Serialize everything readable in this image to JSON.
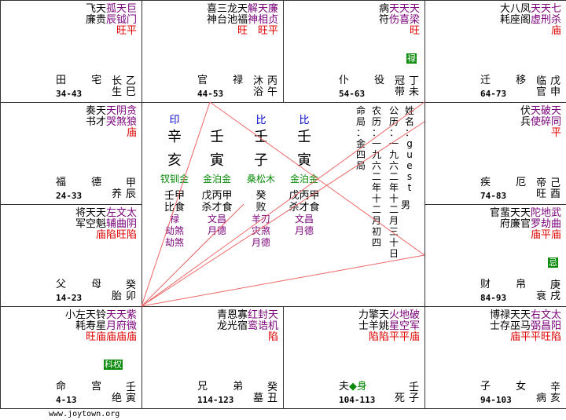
{
  "cells": [
    {
      "id": "si",
      "stars": [
        [
          "巨",
          "门",
          "平"
        ],
        [
          "天",
          "钺",
          "旺"
        ],
        [
          "孤",
          "辰",
          ""
        ],
        [
          "天",
          "贵",
          ""
        ],
        [
          "飞",
          "廉",
          ""
        ]
      ],
      "name": "田 宅",
      "age": "34-43",
      "stem": [
        "乙",
        "巳"
      ],
      "life": [
        "长",
        "生"
      ]
    },
    {
      "id": "wu",
      "stars": [
        [
          "廉",
          "贞",
          "平"
        ],
        [
          "天",
          "相",
          "旺"
        ],
        [
          "解",
          "神",
          ""
        ],
        [
          "天",
          "福",
          "旺"
        ],
        [
          "龙",
          "池",
          ""
        ],
        [
          "三",
          "台",
          ""
        ],
        [
          "喜",
          "神",
          ""
        ]
      ],
      "name": "官 禄",
      "age": "44-53",
      "stem": [
        "丙",
        "午"
      ],
      "life": [
        "沐",
        "浴"
      ]
    },
    {
      "id": "wei",
      "stars": [
        [
          "天",
          "梁",
          "旺"
        ],
        [
          "天",
          "喜",
          ""
        ],
        [
          "天",
          "伤",
          ""
        ],
        [
          "病",
          "符",
          ""
        ]
      ],
      "name": "仆 役",
      "age": "54-63",
      "stem": [
        "丁",
        "未"
      ],
      "life": [
        "冠",
        "带"
      ],
      "badge": "禄"
    },
    {
      "id": "shen",
      "stars": [
        [
          "七",
          "杀",
          "庙"
        ],
        [
          "天",
          "刑",
          ""
        ],
        [
          "天",
          "虚",
          ""
        ],
        [
          "凤",
          "阁",
          ""
        ],
        [
          "八",
          "座",
          ""
        ],
        [
          "大",
          "耗",
          ""
        ]
      ],
      "name": "迁 移",
      "age": "64-73",
      "stem": [
        "戊",
        "申"
      ],
      "life": [
        "临",
        "官"
      ]
    },
    {
      "id": "chen",
      "stars": [
        [
          "贪",
          "狼",
          "庙"
        ],
        [
          "阴",
          "煞",
          ""
        ],
        [
          "天",
          "哭",
          ""
        ],
        [
          "天",
          "才",
          ""
        ],
        [
          "奏",
          "书",
          ""
        ]
      ],
      "name": "福 德",
      "age": "24-33",
      "stem": [
        "甲",
        "辰"
      ],
      "life": [
        "养",
        ""
      ]
    },
    {
      "id": "you",
      "stars": [
        [
          "天",
          "同",
          "平"
        ],
        [
          "破",
          "碎",
          ""
        ],
        [
          "天",
          "使",
          ""
        ],
        [
          "伏",
          "兵",
          ""
        ]
      ],
      "name": "疾 厄",
      "age": "74-83",
      "stem": [
        "己",
        "酉"
      ],
      "life": [
        "帝",
        "旺"
      ]
    },
    {
      "id": "mao",
      "stars": [
        [
          "太",
          "阴",
          "陷"
        ],
        [
          "文",
          "曲",
          "旺"
        ],
        [
          "左",
          "辅",
          "陷"
        ],
        [
          "天",
          "魁",
          "庙"
        ],
        [
          "天",
          "空",
          ""
        ],
        [
          "将",
          "军",
          ""
        ]
      ],
      "name": "父 母",
      "age": "14-23",
      "stem": [
        "癸",
        "卯"
      ],
      "life": [
        "胎",
        ""
      ]
    },
    {
      "id": "xu",
      "stars": [
        [
          "武",
          "曲",
          "庙"
        ],
        [
          "地",
          "劫",
          "平"
        ],
        [
          "陀",
          "罗",
          "庙"
        ],
        [
          "天",
          "官",
          ""
        ],
        [
          "天",
          "廉",
          ""
        ],
        [
          "蜚",
          "府",
          ""
        ],
        [
          "官",
          "",
          ""
        ]
      ],
      "name": "财 帛",
      "age": "84-93",
      "stem": [
        "庚",
        "戌"
      ],
      "life": [
        "衰",
        ""
      ],
      "badge": "忌"
    },
    {
      "id": "yin",
      "stars": [
        [
          "紫",
          "微",
          "庙"
        ],
        [
          "天",
          "府",
          "庙"
        ],
        [
          "天",
          "月",
          "庙"
        ],
        [
          "铃",
          "星",
          "庙"
        ],
        [
          "天",
          "寿",
          "旺"
        ],
        [
          "左",
          "耗",
          ""
        ],
        [
          "小",
          "",
          ""
        ]
      ],
      "name": "命 宫",
      "age": "4-13",
      "stem": [
        "壬",
        "寅"
      ],
      "life": [
        "绝",
        ""
      ],
      "badge": "科权"
    },
    {
      "id": "chou",
      "stars": [
        [
          "天",
          "机",
          "陷"
        ],
        [
          "封",
          "诰",
          ""
        ],
        [
          "红",
          "鸾",
          ""
        ],
        [
          "寡",
          "宿",
          ""
        ],
        [
          "恩",
          "光",
          ""
        ],
        [
          "青",
          "龙",
          ""
        ]
      ],
      "name": "兄 弟",
      "age": "114-123",
      "stem": [
        "癸",
        "丑"
      ],
      "life": [
        "墓",
        ""
      ]
    },
    {
      "id": "zi",
      "stars": [
        [
          "破",
          "军",
          "庙"
        ],
        [
          "地",
          "空",
          "平"
        ],
        [
          "火",
          "星",
          "平"
        ],
        [
          "天",
          "姚",
          "陷"
        ],
        [
          "擎",
          "羊",
          "陷"
        ],
        [
          "力",
          "士",
          ""
        ]
      ],
      "name": "夫◆身",
      "age": "104-113",
      "stem": [
        "壬",
        "子"
      ],
      "life": [
        "死",
        ""
      ]
    },
    {
      "id": "hai",
      "stars": [
        [
          "太",
          "阳",
          "陷"
        ],
        [
          "文",
          "昌",
          "旺"
        ],
        [
          "右",
          "弼",
          "平"
        ],
        [
          "天",
          "马",
          "平"
        ],
        [
          "天",
          "巫",
          "庙"
        ],
        [
          "禄",
          "存",
          ""
        ],
        [
          "博",
          "士",
          ""
        ]
      ],
      "name": "子 女",
      "age": "94-103",
      "stem": [
        "辛",
        "亥"
      ],
      "life": [
        "病",
        ""
      ]
    }
  ],
  "center": {
    "pillars": [
      {
        "top": "印",
        "gan": "辛",
        "zhi": "亥",
        "nayin": "钗钏金",
        "hidden": "壬甲",
        "shen": "比食",
        "xing": [
          "禄",
          "劫煞",
          "劫煞"
        ]
      },
      {
        "top": "",
        "gan": "壬",
        "zhi": "寅",
        "nayin": "金泊金",
        "hidden": "戊丙甲",
        "shen": "杀才食",
        "xing": [
          "文昌",
          "月德"
        ]
      },
      {
        "top": "比",
        "gan": "壬",
        "zhi": "子",
        "nayin": "桑松木",
        "hidden": "癸",
        "shen": "败",
        "xing": [
          "羊刃",
          "灾煞",
          "月德"
        ]
      },
      {
        "top": "比",
        "gan": "壬",
        "zhi": "寅",
        "nayin": "金泊金",
        "hidden": "戊丙甲",
        "shen": "杀才食",
        "xing": [
          "文昌",
          "月德"
        ]
      }
    ],
    "name_col": "姓名：guest",
    "gender": "男",
    "solar_col": "公历：一九六二年十二月三十日",
    "lunar_col": "农历：一九六二年十二月初四",
    "ju_col": "命局：金四局"
  },
  "footer": "www.joytown.org"
}
